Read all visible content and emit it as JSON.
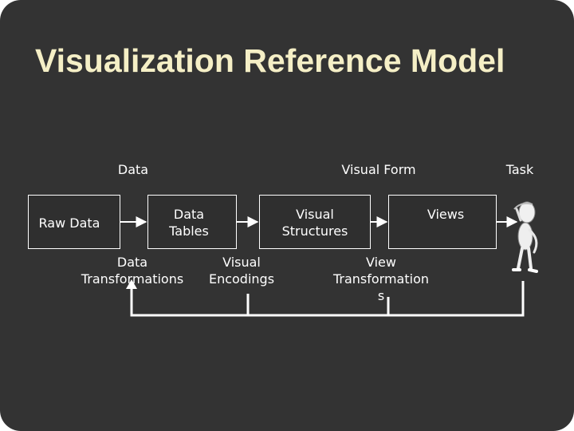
{
  "title": "Visualization Reference Model",
  "headers": {
    "data": "Data",
    "visual_form": "Visual Form",
    "task": "Task"
  },
  "nodes": {
    "raw_data": "Raw Data",
    "data_tables": "Data\nTables",
    "visual_structures": "Visual\nStructures",
    "views": "Views"
  },
  "transforms": {
    "data_transformations": "Data\nTransformations",
    "visual_encodings": "Visual\nEncodings",
    "view_transformations": "View\nTransformation\ns"
  },
  "colors": {
    "background": "#333333",
    "title": "#f5efc6",
    "text": "#ffffff"
  },
  "icons": [
    "thinking-person-icon"
  ]
}
